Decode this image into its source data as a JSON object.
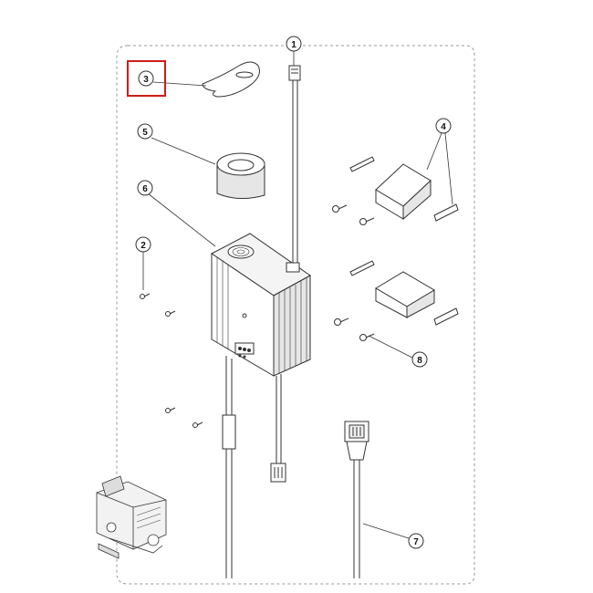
{
  "diagram": {
    "callouts": [
      {
        "id": "1",
        "label": "1"
      },
      {
        "id": "2",
        "label": "2"
      },
      {
        "id": "3",
        "label": "3",
        "highlighted": true
      },
      {
        "id": "4",
        "label": "4"
      },
      {
        "id": "5",
        "label": "5"
      },
      {
        "id": "6",
        "label": "6"
      },
      {
        "id": "7",
        "label": "7"
      },
      {
        "id": "8",
        "label": "8"
      }
    ],
    "colors": {
      "line": "#333333",
      "border": "#999999",
      "highlight": "#d11a1a",
      "fill": "#ffffff",
      "shade": "#e6e6e6"
    }
  }
}
